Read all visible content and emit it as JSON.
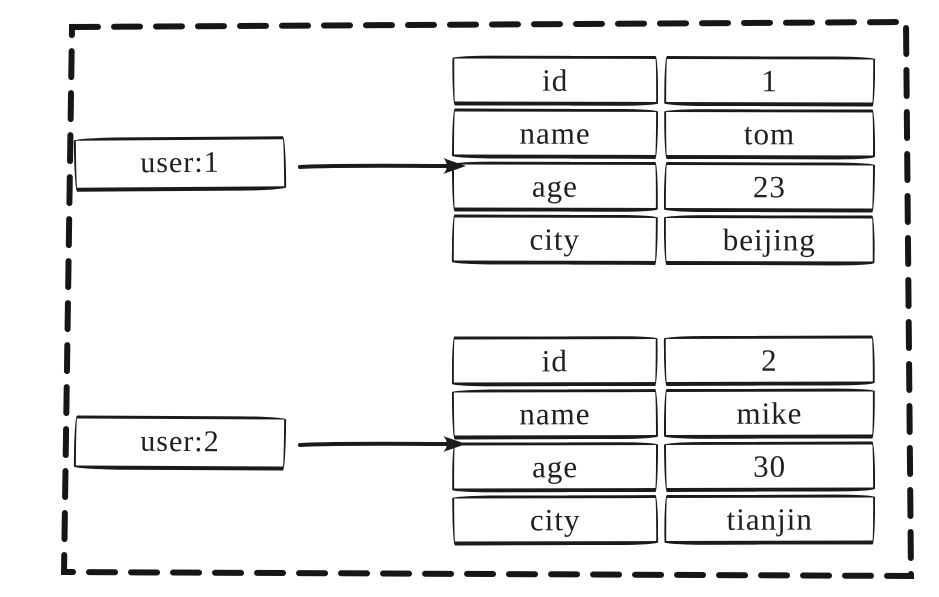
{
  "diagram": {
    "title": "redis-hash-structure-diagram",
    "colors": {
      "stroke": "#1b1b1b",
      "background": "#ffffff"
    },
    "entries": [
      {
        "key": "user:1",
        "fields": [
          {
            "field": "id",
            "value": "1"
          },
          {
            "field": "name",
            "value": "tom"
          },
          {
            "field": "age",
            "value": "23"
          },
          {
            "field": "city",
            "value": "beijing"
          }
        ]
      },
      {
        "key": "user:2",
        "fields": [
          {
            "field": "id",
            "value": "2"
          },
          {
            "field": "name",
            "value": "mike"
          },
          {
            "field": "age",
            "value": "30"
          },
          {
            "field": "city",
            "value": "tianjin"
          }
        ]
      }
    ]
  }
}
